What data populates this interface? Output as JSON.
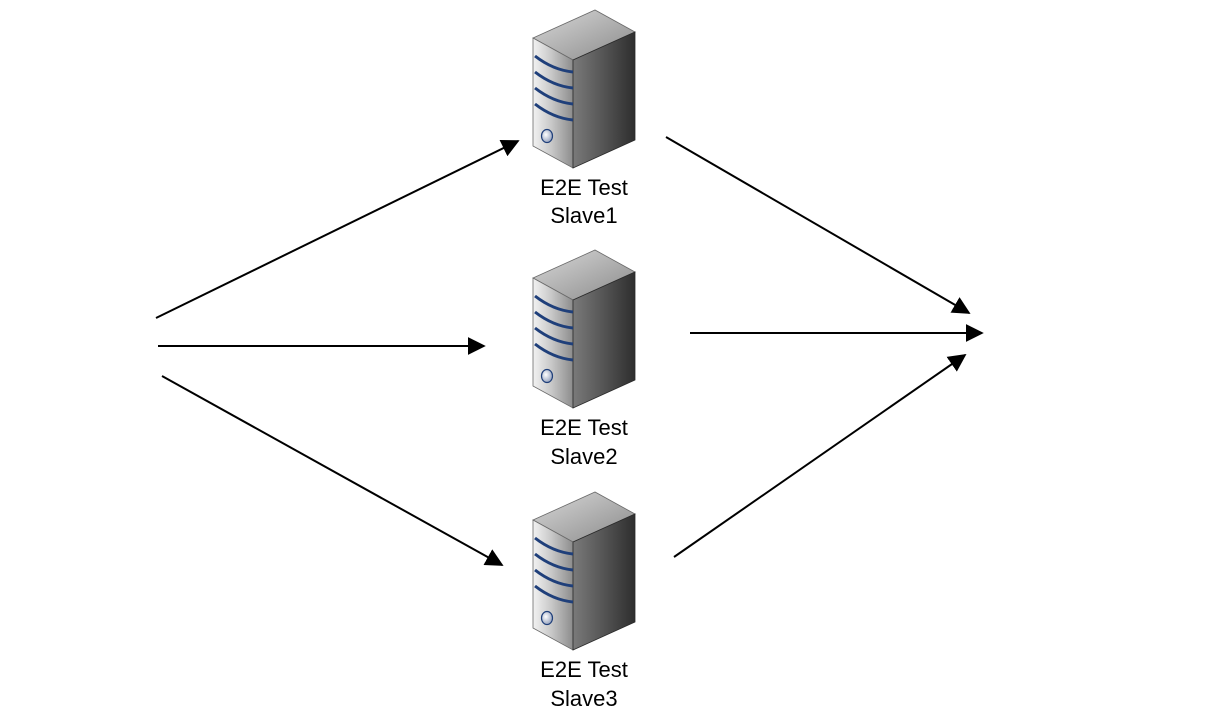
{
  "colors": {
    "background": "#ffffff",
    "arrow": "#000000",
    "server_body_light": "#e6e6e6",
    "server_body_mid": "#8a8a8a",
    "server_body_dark": "#3a3a3a",
    "server_stripe": "#1f3f7a"
  },
  "icons": {
    "server": "server-tower-icon"
  },
  "servers": [
    {
      "line1": "E2E Test",
      "line2": "Slave1"
    },
    {
      "line1": "E2E Test",
      "line2": "Slave2"
    },
    {
      "line1": "E2E Test",
      "line2": "Slave3"
    }
  ]
}
